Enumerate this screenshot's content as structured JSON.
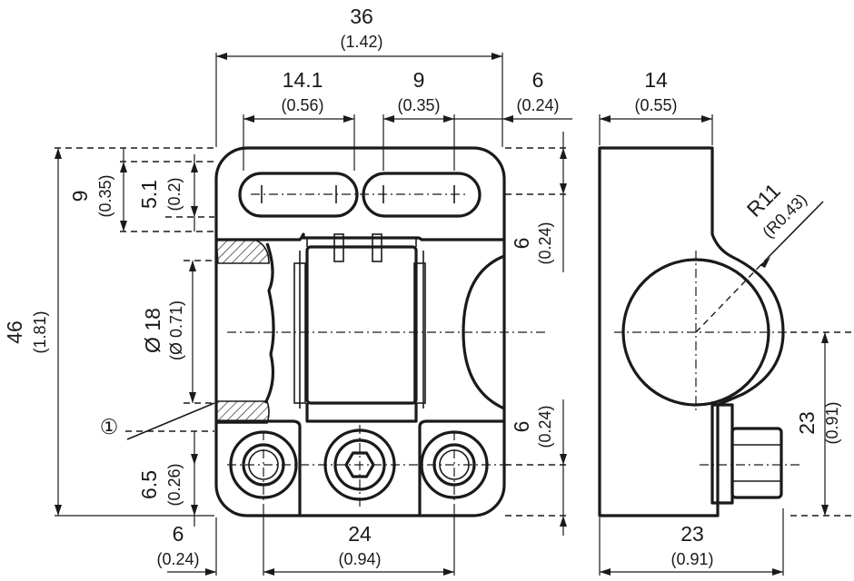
{
  "diagram": {
    "front_view": {
      "top_width": {
        "value": "36",
        "inch": "(1.42)"
      },
      "slot_left_width": {
        "value": "14.1",
        "inch": "(0.56)"
      },
      "slot_spacing": {
        "value": "9",
        "inch": "(0.35)"
      },
      "right_offset": {
        "value": "6",
        "inch": "(0.24)"
      },
      "slot_top_offset": {
        "value": "9",
        "inch": "(0.35)"
      },
      "slot_height": {
        "value": "5.1",
        "inch": "(0.2)"
      },
      "total_height": {
        "value": "46",
        "inch": "(1.81)"
      },
      "bore_diameter": {
        "value": "Ø 18",
        "inch": "(Ø 0.71)"
      },
      "callout": "①",
      "right_upper_offset": {
        "value": "6",
        "inch": "(0.24)"
      },
      "right_lower_offset": {
        "value": "6",
        "inch": "(0.24)"
      },
      "bottom_hole_height": {
        "value": "6.5",
        "inch": "(0.26)"
      },
      "bottom_left_offset": {
        "value": "6",
        "inch": "(0.24)"
      },
      "hole_spacing": {
        "value": "24",
        "inch": "(0.94)"
      }
    },
    "side_view": {
      "top_width": {
        "value": "14",
        "inch": "(0.55)"
      },
      "radius": {
        "value": "R11",
        "inch": "(R0.43)"
      },
      "bore_center_height": {
        "value": "23",
        "inch": "(0.91)"
      },
      "bottom_width": {
        "value": "23",
        "inch": "(0.91)"
      }
    }
  }
}
